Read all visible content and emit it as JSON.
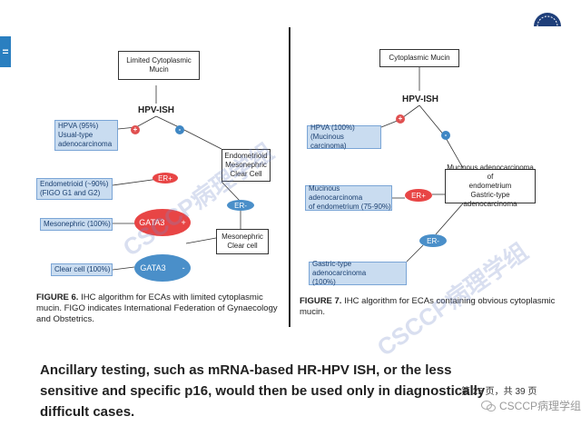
{
  "menu_glyph": "=",
  "left": {
    "top_box": "Limited Cytoplasmic\nMucin",
    "node": "HPV-ISH",
    "plus": "+",
    "minus": "-",
    "hpva": "HPVA (95%)\nUsual-type\nadenocarcinoma",
    "endo_mesonephric_clear": "Endometrioid\nMesonephric\nClear Cell",
    "er_plus": "ER+",
    "endometrioid": "Endometrioid (~90%)\n(FIGO G1 and G2)",
    "er_minus": "ER-",
    "gata3_pos": "GATA3",
    "gata3_pos_sign": "+",
    "mesonephric": "Mesonephric (100%)",
    "meso_clear": "Mesonephric\nClear cell",
    "gata3_neg": "GATA3",
    "gata3_neg_sign": "-",
    "clear_cell": "Clear cell (100%)",
    "caption_label": "FIGURE 6.",
    "caption_text": " IHC algorithm for ECAs with limited cytoplasmic mucin. FIGO indicates International Federation of Gynaecology and Obstetrics."
  },
  "right": {
    "top_box": "Cytoplasmic Mucin",
    "node": "HPV-ISH",
    "plus": "+",
    "minus": "-",
    "hpva": "HPVA (100%)\n(Mucinous carcinoma)",
    "mucinous_gastric": "Mucinous adenocarcinoma of\nendometrium\nGastric-type adenocarcinoma",
    "er_plus": "ER+",
    "mucinous_endo": "Mucinous adenocarcinoma\nof endometrium (75-90%)",
    "er_minus": "ER-",
    "gastric": "Gastric-type adenocarcinoma\n(100%)",
    "caption_label": "FIGURE 7.",
    "caption_text": " IHC algorithm for ECAs containing obvious cytoplasmic mucin."
  },
  "bottom_text": "Ancillary testing, such as mRNA-based HR-HPV ISH, or the less sensitive and specific p16, would then be used only in diagnostically difficult cases.",
  "page_number": "第 25 页，共 39 页",
  "watermark_text": "CSCCP病理学组",
  "brand_text": "CSCCP病理学组",
  "colors": {
    "red": "#e84545",
    "blue": "#4a8fc9",
    "box_blue": "#c9dcf0"
  }
}
